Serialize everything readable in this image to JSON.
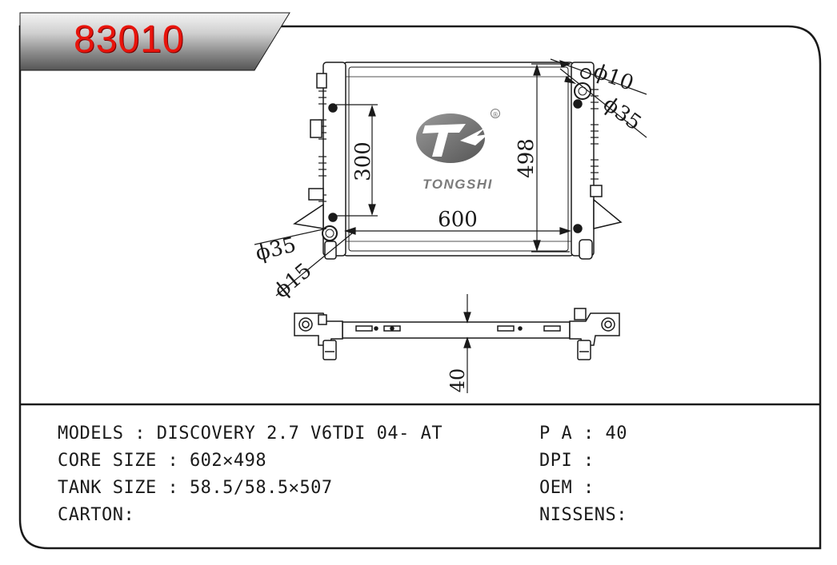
{
  "header": {
    "part_number": "83010"
  },
  "brand": {
    "name": "TONGSHI",
    "registered_mark": "®"
  },
  "dimensions": {
    "height_label": "498",
    "width_label": "600",
    "spacing_label": "300",
    "top_inlet_small": "ϕ10",
    "top_inlet_large": "ϕ35",
    "bottom_inlet_large": "ϕ35",
    "bottom_inlet_small": "ϕ15",
    "depth_label": "40"
  },
  "specs": {
    "models": "MODELS : DISCOVERY 2.7 V6TDI 04- AT",
    "core_size": "CORE SIZE : 602✕498",
    "tank_size": "TANK SIZE : 58.5/58.5✕507",
    "carton": "CARTON:",
    "pa": "P A : 40",
    "dpi": "DPI :",
    "oem": "OEM :",
    "nissens": "NISSENS:"
  },
  "colors": {
    "part_number": "#e8140c",
    "logo_gray": "#7b7b7b",
    "line": "#1a1a1a"
  }
}
